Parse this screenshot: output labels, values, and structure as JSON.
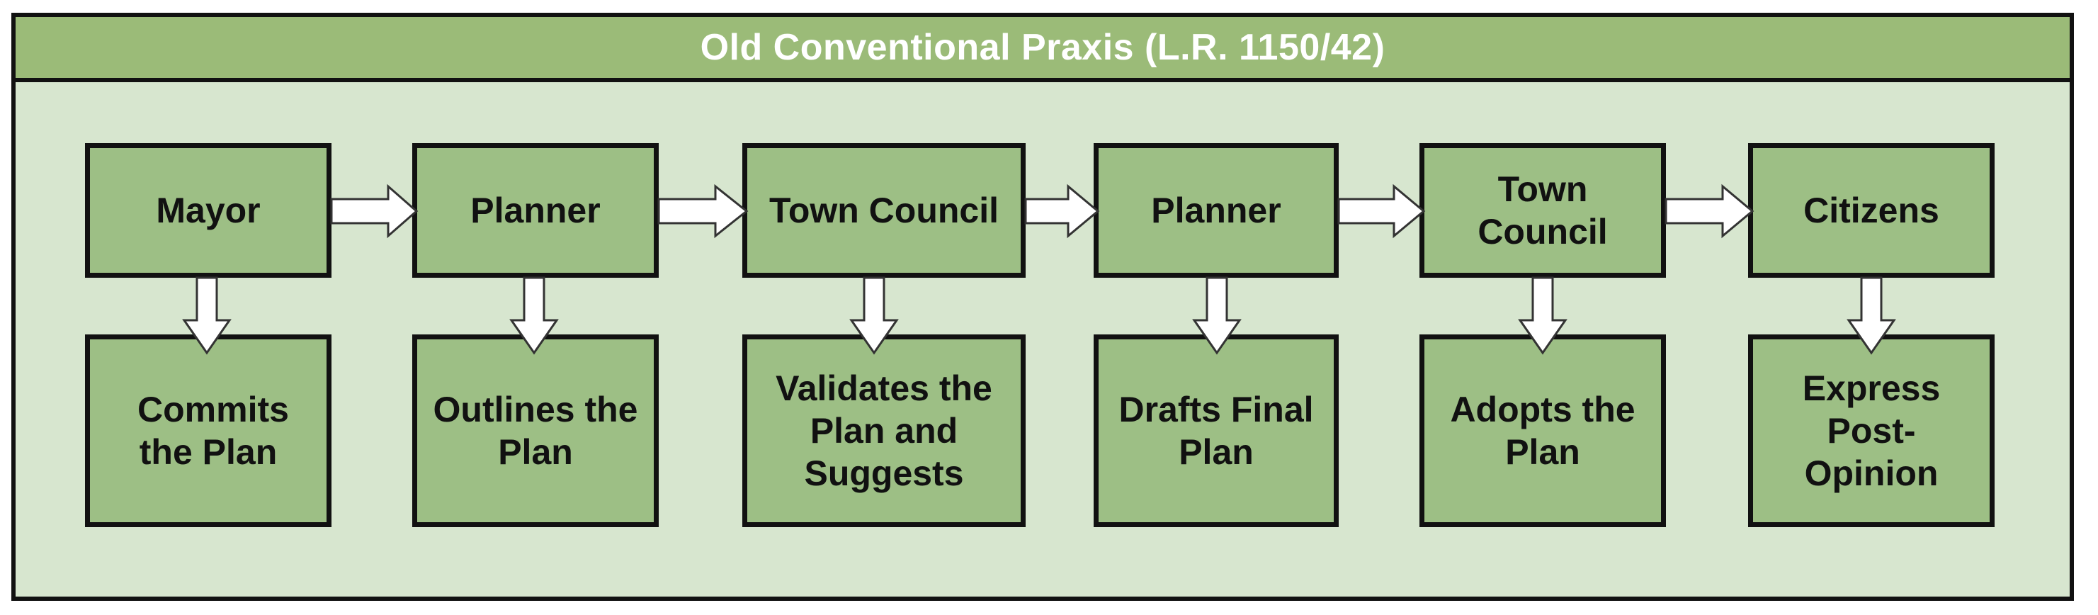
{
  "title": "Old Conventional Praxis (L.R. 1150/42)",
  "actors": [
    "Mayor",
    "Planner",
    "Town Council",
    "Planner",
    "Town Council",
    "Citizens"
  ],
  "actions": [
    "Commits the Plan",
    "Outlines the Plan",
    "Validates the Plan and Suggests",
    "Drafts Final Plan",
    "Adopts the Plan",
    "Express Post-Opinion"
  ],
  "colors": {
    "frame_background": "#d7e6cf",
    "title_background": "#9bbb78",
    "box_fill": "#9dbf85",
    "border": "#111111",
    "arrow_fill": "#ffffff"
  }
}
